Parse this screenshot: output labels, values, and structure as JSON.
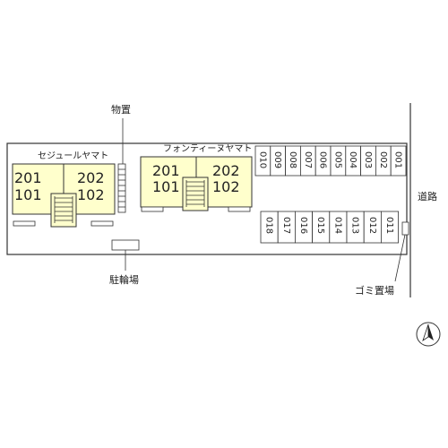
{
  "buildings": {
    "left": {
      "name": "セジュールヤマト",
      "upper": [
        "201",
        "202"
      ],
      "lower": [
        "101",
        "102"
      ]
    },
    "right": {
      "name": "フォンティーヌヤマト",
      "upper": [
        "201",
        "202"
      ],
      "lower": [
        "101",
        "102"
      ]
    }
  },
  "labels": {
    "storage": "物置",
    "bicycle": "駐輪場",
    "road": "道路",
    "trash": "ゴミ置場"
  },
  "parking": {
    "top_row": [
      "010",
      "009",
      "008",
      "007",
      "006",
      "005",
      "004",
      "003",
      "002",
      "001"
    ],
    "bottom_row": [
      "018",
      "017",
      "016",
      "015",
      "014",
      "013",
      "012",
      "011"
    ]
  },
  "compass": {
    "direction": "north-icon"
  },
  "colors": {
    "building": "#ffffcc",
    "line": "#333333",
    "background": "#ffffff"
  }
}
